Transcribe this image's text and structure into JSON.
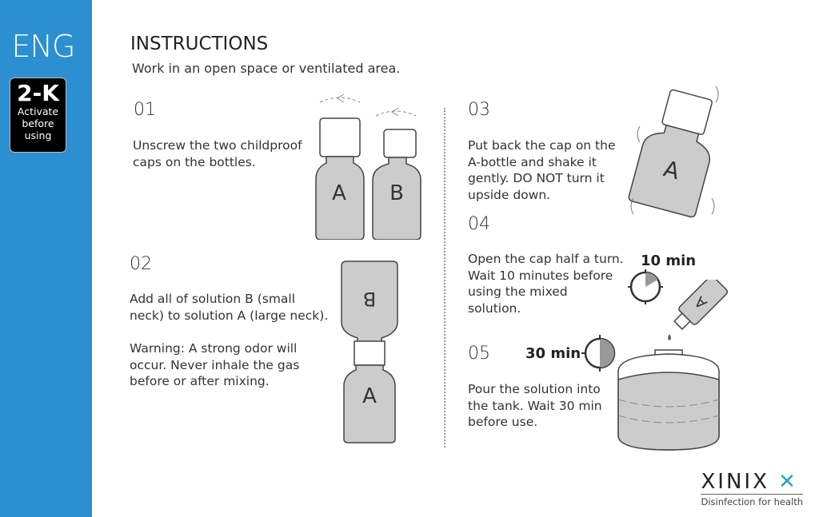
{
  "sidebar": {
    "language": "ENG",
    "badge": {
      "title": "2-K",
      "line1": "Activate",
      "line2": "before",
      "line3": "using"
    }
  },
  "header": {
    "title": "INSTRUCTIONS",
    "subtitle": "Work in an open space or ventilated area."
  },
  "steps": [
    {
      "num": "01",
      "text": "Unscrew the two childproof caps on the bottles."
    },
    {
      "num": "02",
      "text": "Add all of solution B (small neck) to solution A (large neck).",
      "warning": "Warning: A strong odor will occur. Never inhale the gas before or after mixing."
    },
    {
      "num": "03",
      "text": "Put back the cap on the A-bottle and shake it gently. DO NOT turn it upside down."
    },
    {
      "num": "04",
      "text": "Open the cap half a turn. Wait 10 minutes before using the mixed solution.",
      "timer": "10 min"
    },
    {
      "num": "05",
      "text": "Pour the solution into the tank. Wait 30 min before use.",
      "timer": "30 min"
    }
  ],
  "bottle_labels": {
    "a": "A",
    "b": "B"
  },
  "logo": {
    "word": "XINIX",
    "tagline": "Disinfection for health"
  },
  "colors": {
    "sidebar": "#2b8fd1",
    "logo_accent": "#2aa6c8"
  }
}
